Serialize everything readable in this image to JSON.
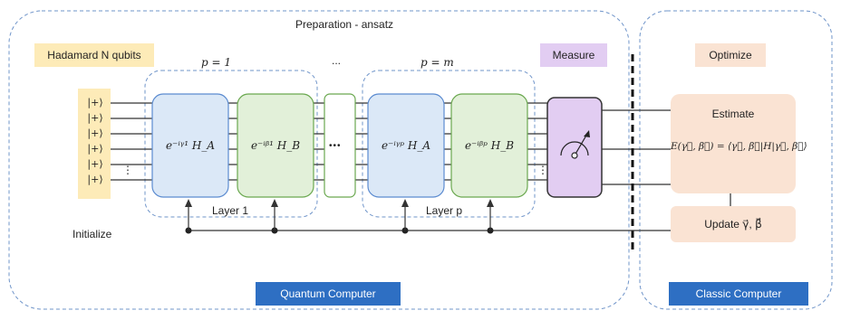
{
  "sections": {
    "preparation": "Preparation - ansatz",
    "hadamard": "Hadamard N qubits",
    "measure": "Measure",
    "optimize": "Optimize",
    "initialize": "Initialize"
  },
  "layers": {
    "p1_label": "p = 1",
    "pm_label": "p = m",
    "ellipsis_top": "...",
    "layer1": "Layer 1",
    "layerp": "Layer p",
    "middle_dots": "•••"
  },
  "gates": {
    "g1a": "e⁻ⁱᵞ¹ H_A",
    "g1b": "e⁻ⁱᵝ¹ H_B",
    "gpa": "e⁻ⁱᵞᵖ H_A",
    "gpb": "e⁻ⁱᵝᵖ H_B"
  },
  "qubits": [
    "|+⟩",
    "|+⟩",
    "|+⟩",
    "|+⟩",
    "|+⟩",
    "|+⟩"
  ],
  "qubit_dots": "⋮",
  "classic": {
    "estimate": "Estimate",
    "formula": "E(γ⃗, β⃗) = ⟨γ⃗, β⃗|H|γ⃗, β⃗⟩",
    "update": "Update γ⃗, β⃗"
  },
  "footer": {
    "quantum": "Quantum Computer",
    "classic": "Classic Computer"
  },
  "colors": {
    "blue_gate": "#dbe8f7",
    "green_gate": "#e2f0d9",
    "hadamard_bg": "#fdebb8",
    "measure_bg": "#e2cdf2",
    "peach_bg": "#fae3d3",
    "footer_blue": "#2e6fc3"
  }
}
